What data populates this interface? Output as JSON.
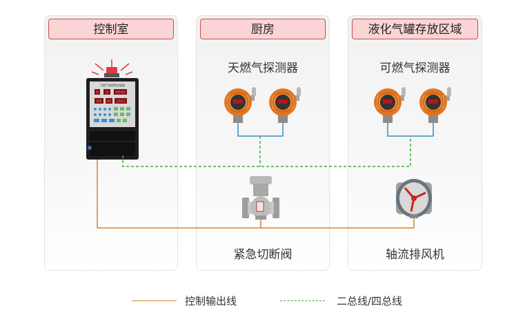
{
  "panels": {
    "control_room": {
      "title": "控制室"
    },
    "kitchen": {
      "title": "厨房",
      "detector_label": "天燃气探测器",
      "device_label": "紧急切断阀"
    },
    "lpg_area": {
      "title": "液化气罐存放区域",
      "detector_label": "可燃气探测器",
      "device_label": "轴流排风机"
    }
  },
  "legend": {
    "control_output": {
      "label": "控制输出线",
      "color": "#d9822b"
    },
    "bus": {
      "label": "二总线/四总线",
      "color": "#33b033"
    }
  },
  "controller": {
    "header_text": "可燃气体报警控制器",
    "display_values": [
      "0",
      "0",
      "0000",
      "00",
      "00",
      "1601"
    ]
  }
}
